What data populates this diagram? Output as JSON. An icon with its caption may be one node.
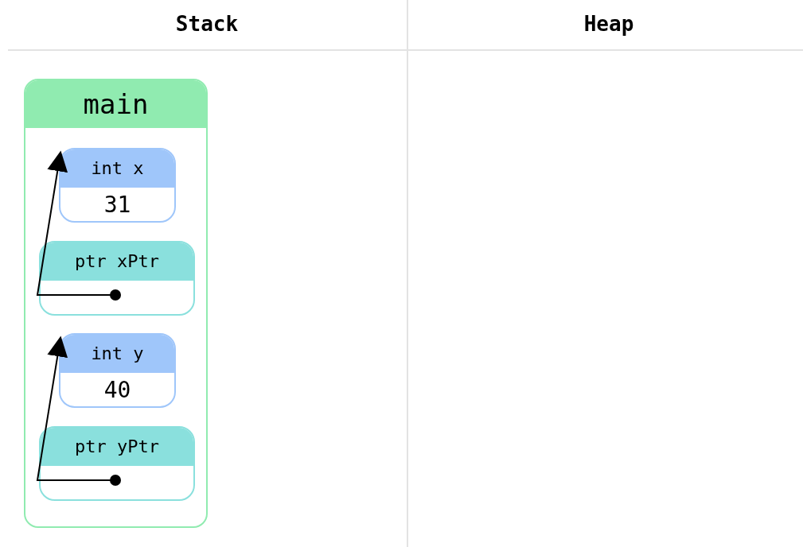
{
  "diagram": {
    "nodes": [
      {
        "text": [
          "main"
        ]
      },
      {
        "text": [
          "int x",
          "31"
        ],
        "in": 0
      },
      {
        "text": [
          "ptr xPtr"
        ],
        "in": 0
      },
      {
        "text": [
          "int y",
          "40"
        ],
        "in": 0
      },
      {
        "text": [
          "ptr yPtr"
        ],
        "in": 0
      }
    ],
    "edges": [
      {
        "from": 2,
        "to": 1,
        "arrow": "to"
      },
      {
        "from": 4,
        "to": 3,
        "arrow": "to"
      }
    ],
    "labels": [
      "Stack",
      "Heap"
    ]
  }
}
